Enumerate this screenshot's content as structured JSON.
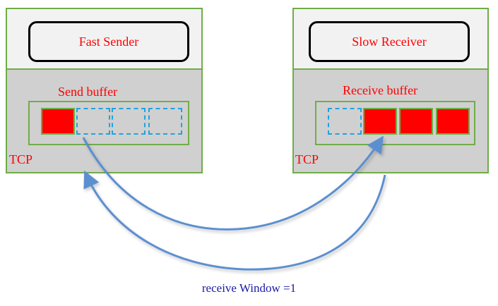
{
  "sender": {
    "app_label": "Fast Sender",
    "buffer_label": "Send buffer",
    "tcp_label": "TCP",
    "slots": [
      "filled",
      "empty",
      "empty",
      "empty"
    ]
  },
  "receiver": {
    "app_label": "Slow Receiver",
    "buffer_label": "Receive buffer",
    "tcp_label": "TCP",
    "slots": [
      "empty",
      "filled",
      "filled",
      "filled"
    ]
  },
  "caption": "receive Window =1",
  "colors": {
    "host_border": "#70ad47",
    "segment_fill": "#ff0000",
    "empty_slot_border": "#1fa3e0",
    "arrow": "#5b8fd0",
    "text_red": "#ff0000",
    "caption_blue": "#1a1aa6"
  }
}
